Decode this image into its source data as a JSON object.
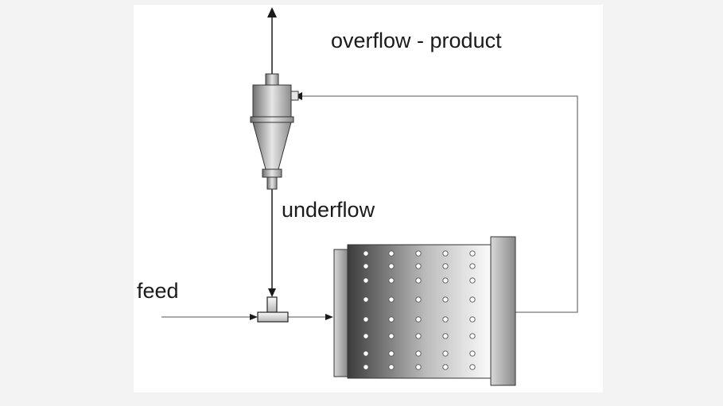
{
  "labels": {
    "overflow": "overflow - product",
    "underflow": "underflow",
    "feed": "feed"
  },
  "equipment": {
    "cyclone": "hydrocyclone-icon",
    "mixer": "mixer-tee-icon",
    "mill": "ball-mill-icon"
  },
  "colors": {
    "background": "#f3f3f3",
    "panel": "#ffffff",
    "stream_dark": "#1a1a1a",
    "stream_light": "#777777",
    "equipment_dark": "#3a3a3a",
    "equipment_light": "#f0f0f0"
  }
}
